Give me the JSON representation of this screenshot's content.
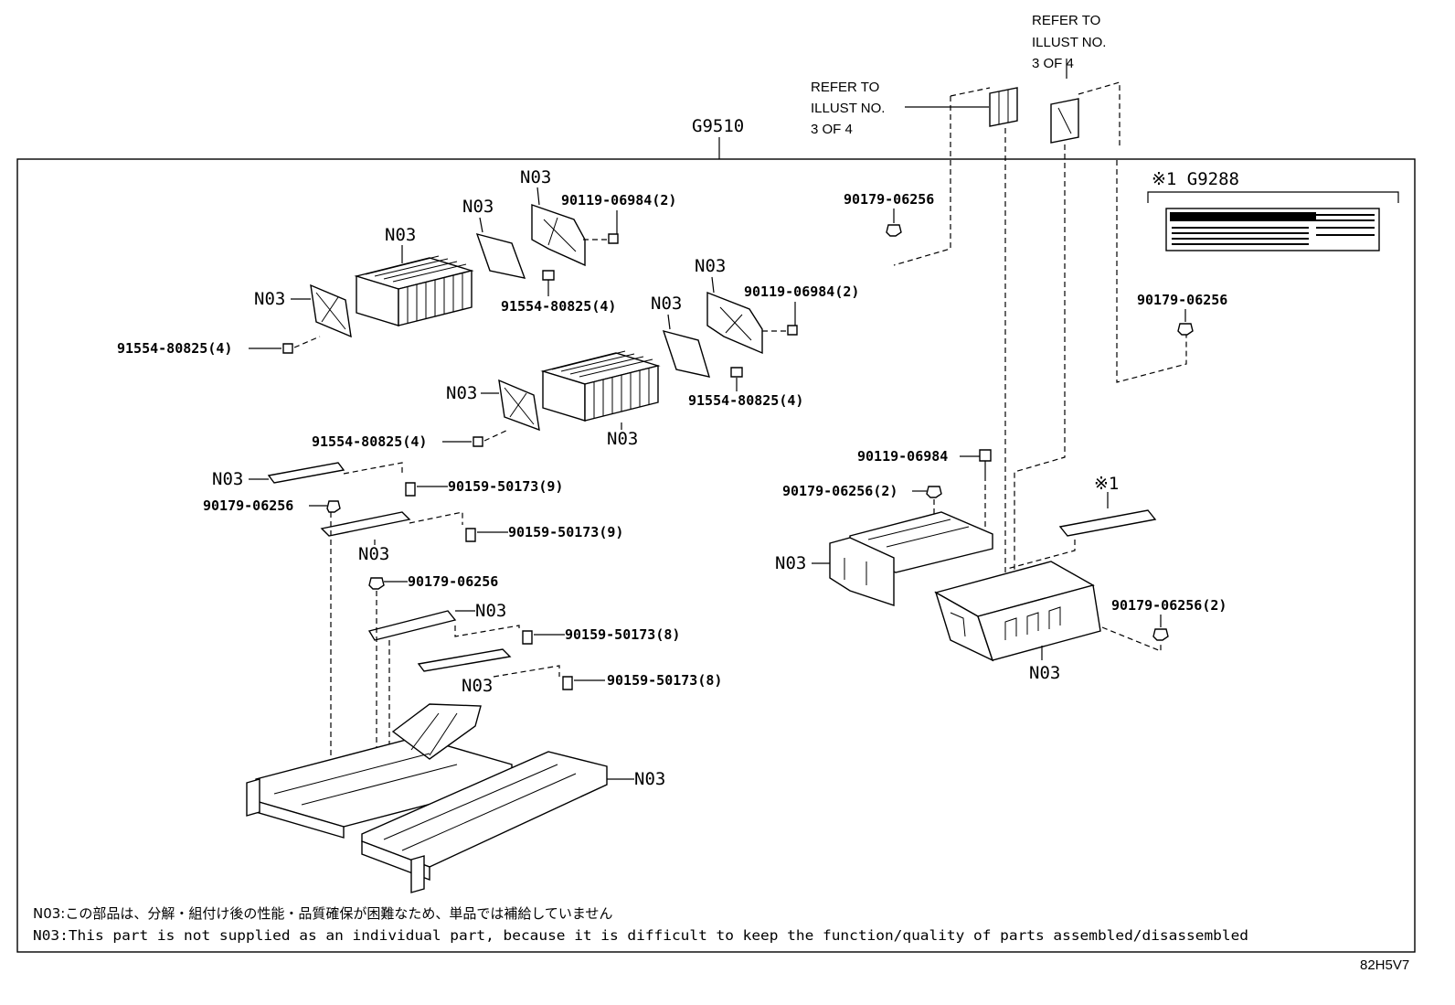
{
  "group_code": "G9510",
  "diagram_code": "82H5V7",
  "refer_upper": [
    "REFER TO",
    "ILLUST NO.",
    "3 OF 4"
  ],
  "refer_lower": [
    "REFER TO",
    "ILLUST NO.",
    "3 OF 4"
  ],
  "label_group": "※1 G9288",
  "note_marker": "※1",
  "parts": {
    "n03": "N03",
    "p_90119_06984_2": "90119-06984(2)",
    "p_90119_06984": "90119-06984",
    "p_91554_80825_4": "91554-80825(4)",
    "p_90179_06256": "90179-06256",
    "p_90179_06256_2": "90179-06256(2)",
    "p_90159_50173_9": "90159-50173(9)",
    "p_90159_50173_8": "90159-50173(8)"
  },
  "notes": {
    "jp": "N03:この部品は、分解・組付け後の性能・品質確保が困難なため、単品では補給していません",
    "en": "N03:This part is not supplied as an individual part, because it is difficult to keep the function/quality of parts assembled/disassembled"
  }
}
